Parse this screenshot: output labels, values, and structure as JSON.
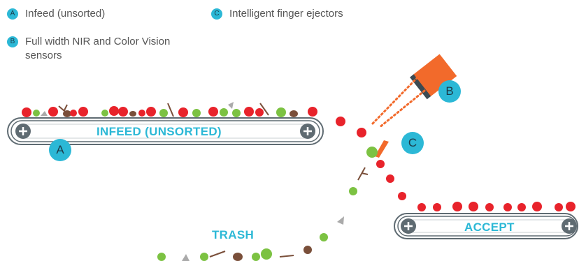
{
  "legend": [
    {
      "badge": "A",
      "text": "Infeed (unsorted)"
    },
    {
      "badge": "B",
      "text": "Full width NIR and Color Vision sensors"
    },
    {
      "badge": "C",
      "text": "Intelligent finger ejectors"
    }
  ],
  "belts": {
    "infeed_label": "INFEED (UNSORTED)",
    "accept_label": "ACCEPT"
  },
  "trash_label": "TRASH",
  "markers": {
    "a": "A",
    "b": "B",
    "c": "C"
  },
  "colors": {
    "accent": "#2cb8d6",
    "apple_red": "#e8232b",
    "apple_green": "#7cc242",
    "belt_grey": "#5f6b72",
    "sensor_orange": "#f26a2b",
    "debris_grey": "#aaaaaa",
    "walnut_brown": "#7a4f3a"
  }
}
